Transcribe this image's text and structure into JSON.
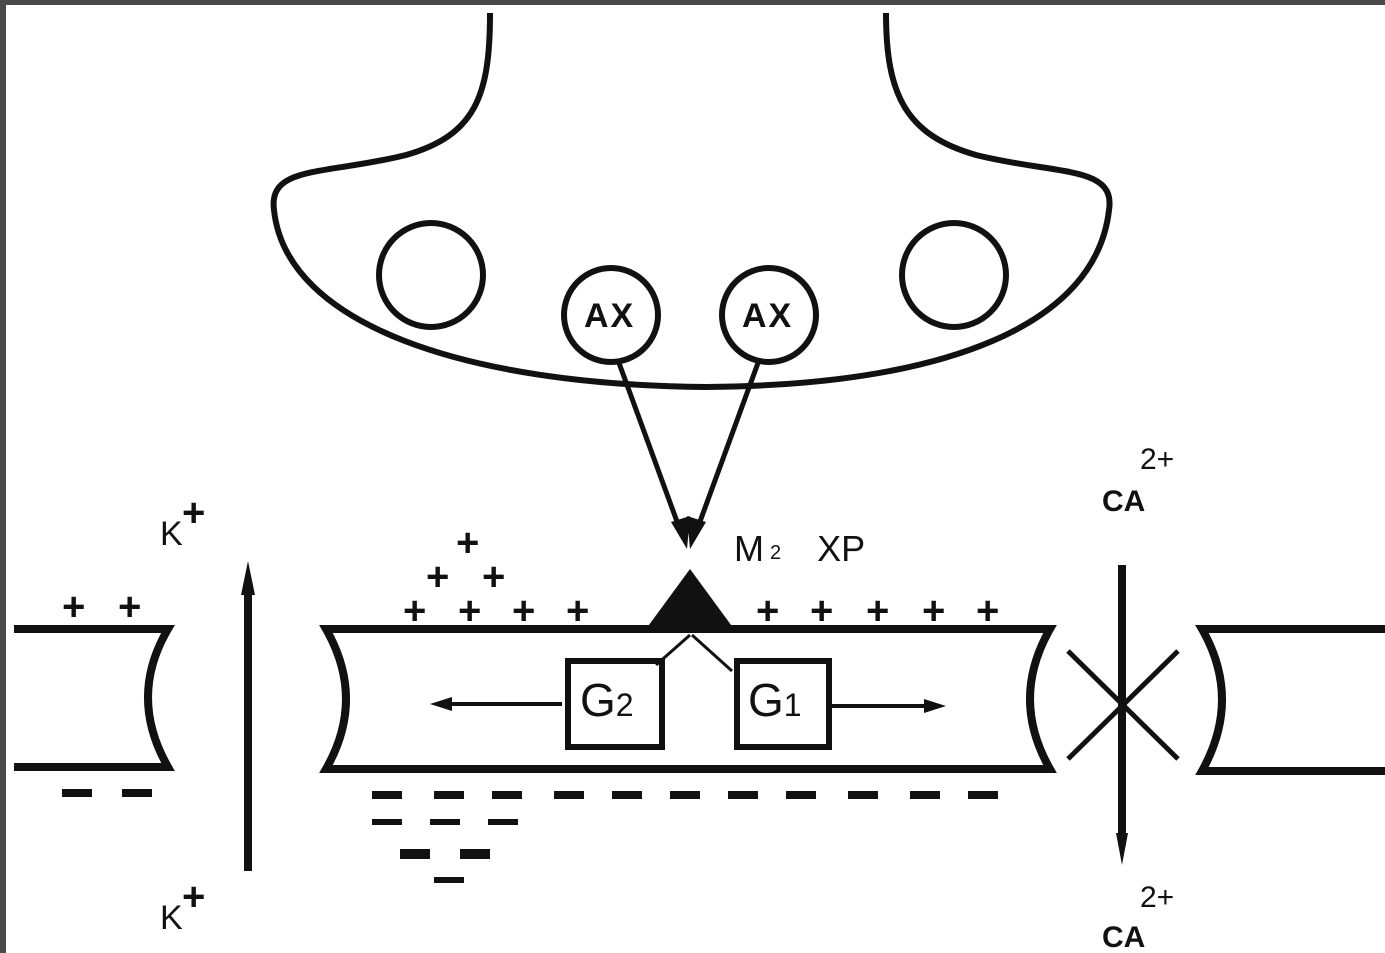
{
  "labels": {
    "vesicle": "AX",
    "receptor": "M",
    "receptor_sub": "2",
    "receptor_type": "XP",
    "g2": "G",
    "g2_sub": "2",
    "g1": "G",
    "g1_sub": "1"
  },
  "ions": {
    "k": "K",
    "k_charge": "+",
    "ca": "CA",
    "ca_charge": "2+"
  },
  "signs": {
    "plus": "+"
  },
  "colors": {
    "stroke": "#111111",
    "background": "#ffffff",
    "frame": "#4a4a4a"
  }
}
